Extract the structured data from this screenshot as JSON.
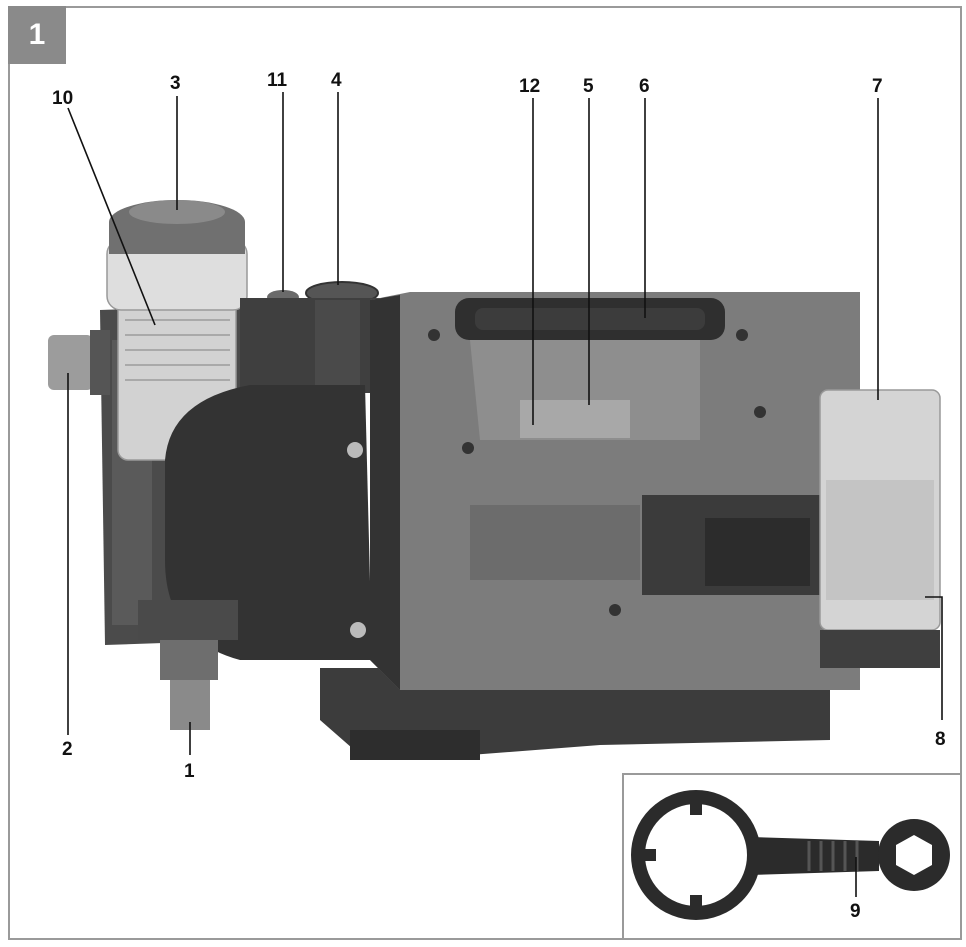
{
  "figure": {
    "number": "1"
  },
  "callouts": {
    "c1": "1",
    "c2": "2",
    "c3": "3",
    "c4": "4",
    "c5": "5",
    "c6": "6",
    "c7": "7",
    "c8": "8",
    "c9": "9",
    "c10": "10",
    "c11": "11",
    "c12": "12"
  },
  "colors": {
    "housing": "#7a7a7a",
    "housing_dark": "#4a4a4a",
    "base": "#3a3a3a",
    "handle": "#2e2e2e",
    "transparent_part": "#cfcfcf",
    "frame": "#9a9a9a",
    "badge": "#8a8a8a"
  }
}
